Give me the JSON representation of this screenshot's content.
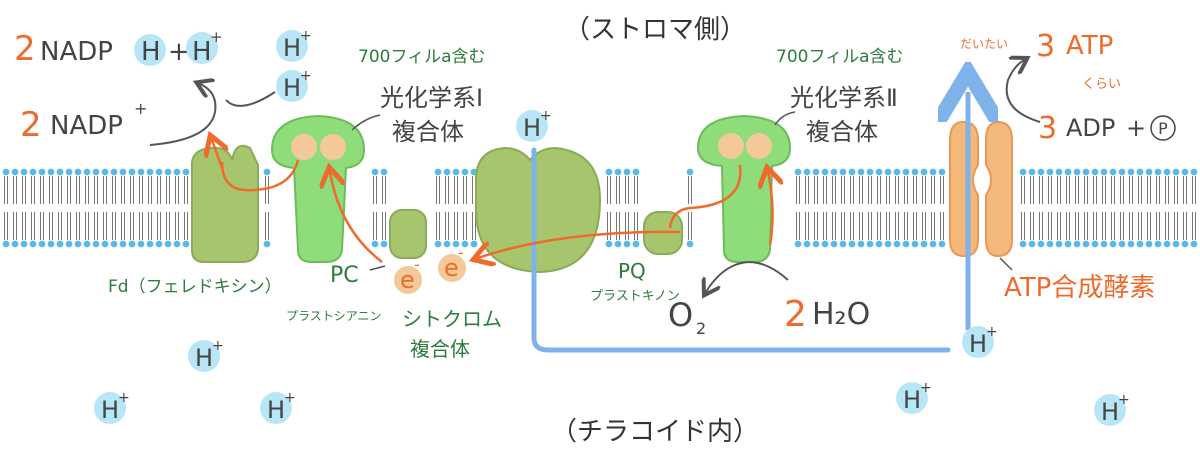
{
  "title_top": "（ストロマ側）",
  "title_bottom": "（チラコイド内）",
  "reaction_left": {
    "product_coef": "2",
    "product_a": "NADP",
    "product_h": "H",
    "plus": "+",
    "h_ion": "H",
    "h_charge": "+",
    "reactant_coef": "2",
    "reactant": "NADP",
    "reactant_charge": "+"
  },
  "reaction_atp": {
    "approx_label": "だいたい",
    "atp_coef": "3",
    "atp": "ATP",
    "approx_suffix": "くらい",
    "adp_coef": "3",
    "adp": "ADP",
    "plus": "+",
    "pi": "P"
  },
  "ps1": {
    "chlorophyll": "700フィルa含む",
    "name_line1": "光化学系Ⅰ",
    "name_line2": "複合体"
  },
  "ps2": {
    "chlorophyll": "700フィルa含む",
    "name_line1": "光化学系Ⅱ",
    "name_line2": "複合体"
  },
  "fd": {
    "label": "Fd（フェレドキシン）"
  },
  "pc": {
    "abbr": "PC",
    "name": "プラストシアニン"
  },
  "electron": {
    "symbol": "e",
    "charge": "-"
  },
  "cytochrome": {
    "line1": "シトクロム",
    "line2": "複合体"
  },
  "pq": {
    "abbr": "PQ",
    "name": "プラストキノン"
  },
  "water": {
    "coef": "2",
    "formula": "H₂O"
  },
  "oxygen": {
    "formula": "O",
    "subscript": "2"
  },
  "atp_synthase": {
    "label": "ATP合成酵素"
  },
  "proton": {
    "symbol": "H",
    "charge": "+"
  },
  "colors": {
    "orange": "#ef6b2c",
    "green_text": "#2f7a3c",
    "olive_protein": "#a6c56c",
    "bright_green": "#8fdc7a",
    "synthase_orange": "#f4b87a",
    "proton_blue": "#b7e6f6",
    "arrow_blue": "#7fb2ea",
    "lipid_blue": "#5bb9e8",
    "dark": "#444444"
  }
}
